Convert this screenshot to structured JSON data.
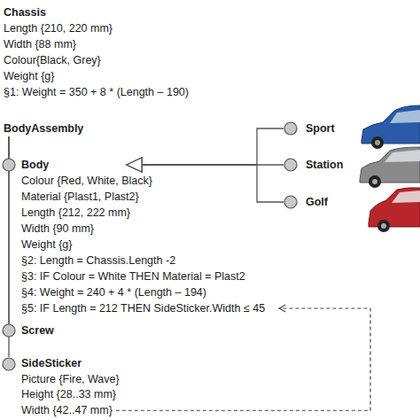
{
  "diagram": {
    "nodes": [
      {
        "text": [
          "Chassis",
          "Length {210, 220 mm}",
          "Width {88 mm}",
          "Colour{Black, Grey}",
          "Weight {g}",
          "§1: Weight = 350 + 8 * (Length – 190)"
        ]
      },
      {
        "text": [
          "BodyAssembly"
        ]
      },
      {
        "text": [
          "Body",
          "Colour {Red, White, Black}",
          "Material {Plast1, Plast2}",
          "Length {212, 222 mm}",
          "Width {90 mm}",
          "Weight {g}",
          "§2: Length = Chassis.Length -2",
          "§3: IF Colour = White THEN Material = Plast2",
          "§4: Weight = 240 + 4 * (Length – 194)",
          "§5: IF Length = 212 THEN SideSticker.Width ≤ 45"
        ]
      },
      {
        "text": [
          "Screw"
        ]
      },
      {
        "text": [
          "SideSticker",
          "Picture {Fire, Wave}",
          "Height {28..33 mm}",
          "Width {42..47 mm}"
        ]
      },
      {
        "text": [
          "Sport"
        ]
      },
      {
        "text": [
          "Station"
        ]
      },
      {
        "text": [
          "Golf"
        ]
      }
    ],
    "edges": [
      {
        "from": 1,
        "to": 2,
        "arrow": "none"
      },
      {
        "from": 1,
        "to": 3,
        "arrow": "none"
      },
      {
        "from": 1,
        "to": 4,
        "arrow": "none"
      },
      {
        "from": 5,
        "to": 2,
        "arrow": "to"
      },
      {
        "from": 6,
        "to": 2,
        "arrow": "to"
      },
      {
        "from": 7,
        "to": 2,
        "arrow": "to"
      },
      {
        "from": 4,
        "to": 2,
        "arrow": "to"
      }
    ]
  }
}
